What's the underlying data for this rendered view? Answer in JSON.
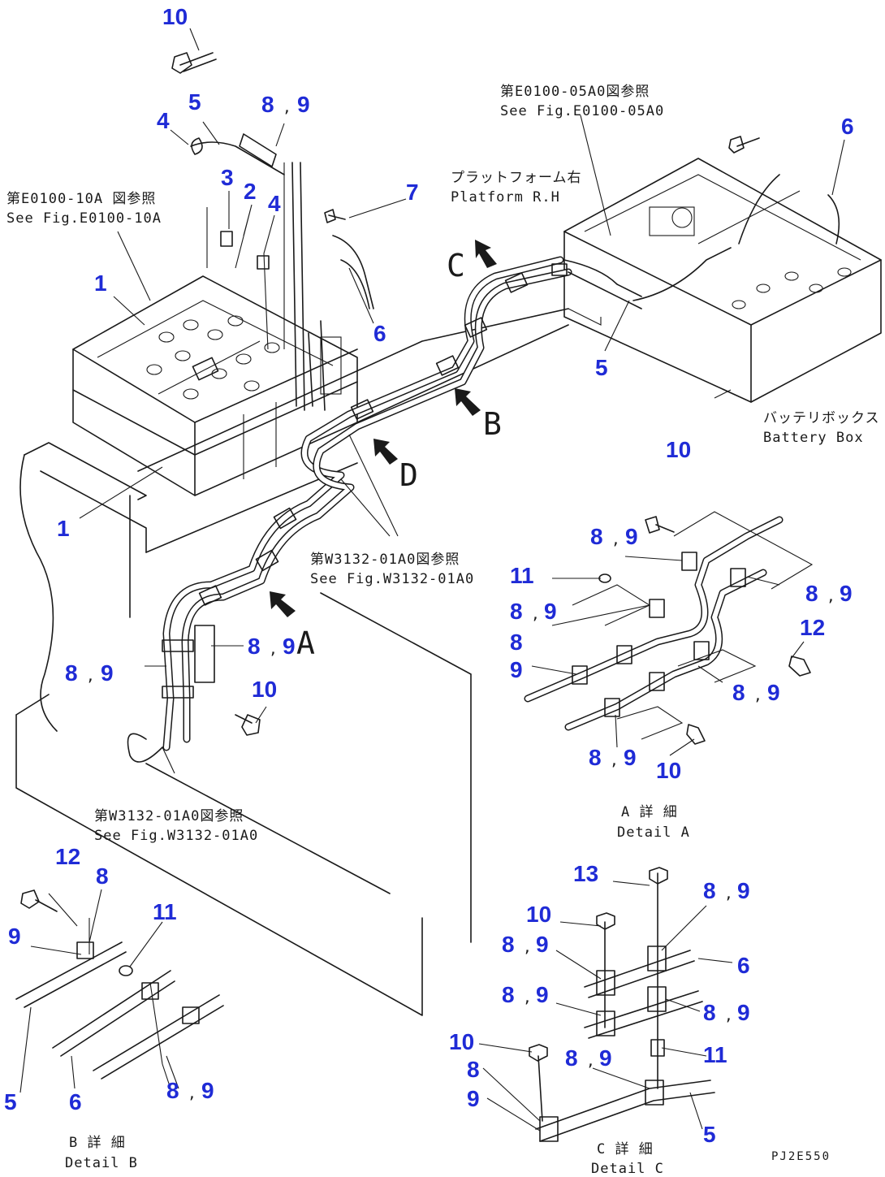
{
  "diagram": {
    "type": "parts-assembly-diagram",
    "accent_color": "#1f2bd6",
    "line_color": "#1a1a1a",
    "drawing_code": "PJ2E550"
  },
  "references": {
    "r1_ja": "第E0100-10A 図参照",
    "r1_en": "See Fig.E0100-10A",
    "r2_ja": "第E0100-05A0図参照",
    "r2_en": "See Fig.E0100-05A0",
    "r3_ja": "プラットフォーム右",
    "r3_en": "Platform R.H",
    "r4_ja": "第W3132-01A0図参照",
    "r4_en": "See Fig.W3132-01A0",
    "r5_ja": "第W3132-01A0図参照",
    "r5_en": "See Fig.W3132-01A0",
    "r6_ja": "バッテリボックス",
    "r6_en": "Battery Box"
  },
  "details": {
    "a_ja": "A 詳 細",
    "a_en": "Detail A",
    "b_ja": "B 詳 細",
    "b_en": "Detail B",
    "c_ja": "C 詳 細",
    "c_en": "Detail C"
  },
  "views": {
    "a": "A",
    "b": "B",
    "c": "C",
    "d": "D"
  },
  "callouts": {
    "c1": "10",
    "c2": "5",
    "c3": "8",
    "c4": "9",
    "c5": "4",
    "c6": "3",
    "c7": "2",
    "c8": "4",
    "c9": "1",
    "c10": "7",
    "c11": "6",
    "c12": "6",
    "c13": "5",
    "c14": "1",
    "c15": "8",
    "c16": "9",
    "c17": "8",
    "c18": "9",
    "c19": "10",
    "c20": "10",
    "c21": "8",
    "c22": "9",
    "c23": "11",
    "c24": "8",
    "c25": "9",
    "c26": "8",
    "c27": "9",
    "c28": "8",
    "c29": "9",
    "c30": "12",
    "c31": "8",
    "c32": "9",
    "c33": "8",
    "c34": "9",
    "c35": "10",
    "c36": "12",
    "c37": "8",
    "c38": "9",
    "c39": "11",
    "c40": "5",
    "c41": "6",
    "c42": "8",
    "c43": "9",
    "c44": "13",
    "c45": "8",
    "c46": "9",
    "c47": "10",
    "c48": "8",
    "c49": "9",
    "c50": "6",
    "c51": "8",
    "c52": "9",
    "c53": "8",
    "c54": "9",
    "c55": "10",
    "c56": "8",
    "c57": "9",
    "c58": "8",
    "c59": "9",
    "c60": "11",
    "c61": "5"
  }
}
